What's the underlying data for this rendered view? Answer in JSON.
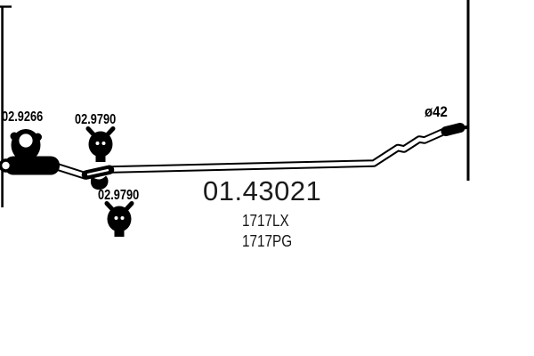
{
  "diagram": {
    "part_number": "01.43021",
    "oe_references": [
      "1717LX",
      "1717PG"
    ],
    "pipe_diameter_label": "ø42",
    "components": [
      {
        "number": "02.9266",
        "icon": "rubber-hanger-ring-icon"
      },
      {
        "number": "02.9790",
        "icon": "pipe-clamp-icon"
      },
      {
        "number": "02.9790",
        "icon": "pipe-clamp-icon"
      }
    ]
  },
  "colors": {
    "ink": "#000000",
    "part_number_ink": "#1b1b1b",
    "background": "#ffffff"
  }
}
